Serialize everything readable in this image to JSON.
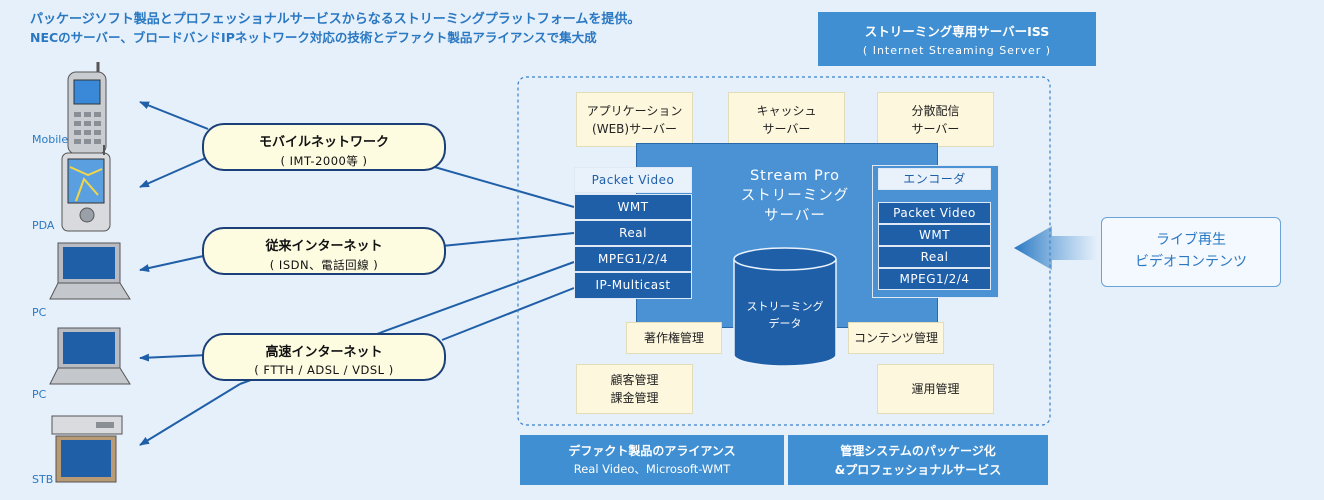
{
  "heading": {
    "line1": "パッケージソフト製品とプロフェッショナルサービスからなるストリーミングプラットフォームを提供。",
    "line2": "NECのサーバー、ブロードバンドIPネットワーク対応の技術とデファクト製品アライアンスで集大成"
  },
  "iss": {
    "title": "ストリーミング専用サーバーISS",
    "subtitle": "( Internet Streaming Server )"
  },
  "devices": [
    {
      "label": "Mobile",
      "icon": "mobile-phone-icon"
    },
    {
      "label": "PDA",
      "icon": "pda-icon"
    },
    {
      "label": "PC",
      "icon": "laptop-icon"
    },
    {
      "label": "PC",
      "icon": "laptop-icon"
    },
    {
      "label": "STB",
      "icon": "set-top-box-icon"
    }
  ],
  "networks": [
    {
      "name": "モバイルネットワーク",
      "detail": "( IMT-2000等 )"
    },
    {
      "name": "従来インターネット",
      "detail": "( ISDN、電話回線 )"
    },
    {
      "name": "高速インターネット",
      "detail": "( FTTH / ADSL / VDSL )"
    }
  ],
  "servers_top": [
    {
      "line1": "アプリケーション",
      "line2": "(WEB)サーバー"
    },
    {
      "line1": "キャッシュ",
      "line2": "サーバー"
    },
    {
      "line1": "分散配信",
      "line2": "サーバー"
    }
  ],
  "core": {
    "line1": "Stream Pro",
    "line2": "ストリーミング",
    "line3": "サーバー"
  },
  "left_stack": [
    "Packet Video",
    "WMT",
    "Real",
    "MPEG1/2/4",
    "IP-Multicast"
  ],
  "encoder": {
    "title": "エンコーダ",
    "items": [
      "Packet Video",
      "WMT",
      "Real",
      "MPEG1/2/4"
    ]
  },
  "database": {
    "line1": "ストリーミング",
    "line2": "データ"
  },
  "mgmt": {
    "copyright": "著作権管理",
    "content": "コンテンツ管理",
    "customer1": "顧客管理",
    "customer2": "課金管理",
    "ops": "運用管理"
  },
  "bottom": [
    {
      "line1": "デファクト製品のアライアンス",
      "line2": "Real Video、Microsoft-WMT"
    },
    {
      "line1": "管理システムのパッケージ化",
      "line2": "&プロフェッショナルサービス"
    }
  ],
  "live": {
    "line1": "ライブ再生",
    "line2": "ビデオコンテンツ"
  },
  "colors": {
    "accent": "#2a78c2",
    "navy": "#1f5fa8",
    "server": "#4a92d4",
    "cream": "#fdf7dd",
    "background": "#e6f0fa"
  }
}
